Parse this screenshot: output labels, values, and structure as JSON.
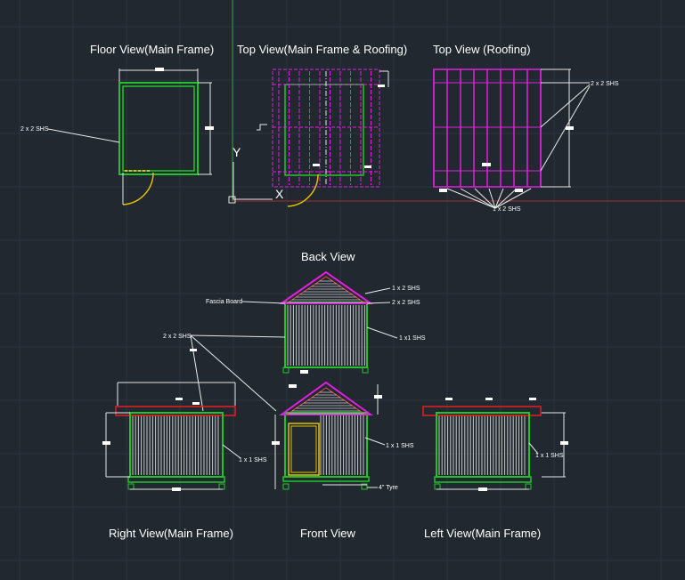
{
  "colors": {
    "background": "#212830",
    "grid": "#2c3540",
    "frame": "#22c32a",
    "roof": "#e020e0",
    "dim": "#e8e8e8",
    "door": "#e0c000",
    "stripe": "#c8c8c8",
    "ucs_x": "#c03030",
    "ucs_y": "#30a030"
  },
  "views": {
    "floor": "Floor View(Main Frame)",
    "top_main": "Top View(Main Frame & Roofing)",
    "top_roof": "Top View (Roofing)",
    "back": "Back View",
    "right": "Right View(Main Frame)",
    "front": "Front View",
    "left": "Left View(Main Frame)"
  },
  "callouts": {
    "shs_2x2_floor": "2 x 2 SHS",
    "shs_2x2_roof": "2 x 2 SHS",
    "shs_1x2_roof": "1 x 2 SHS",
    "fascia": "Fascia Board",
    "shs_1x2_back": "1 x 2 SHS",
    "shs_2x2_back": "2 x 2 SHS",
    "shs_1x1_back": "1 x1 SHS",
    "shs_2x2_elev": "2 x 2 SHS",
    "shs_1x1_right": "1 x 1 SHS",
    "shs_1x1_front": "1 x 1 SHS",
    "shs_1x1_left": "1 x 1 SHS",
    "tyre": "4\" Tyre"
  },
  "ucs": {
    "x_label": "X",
    "y_label": "Y"
  }
}
